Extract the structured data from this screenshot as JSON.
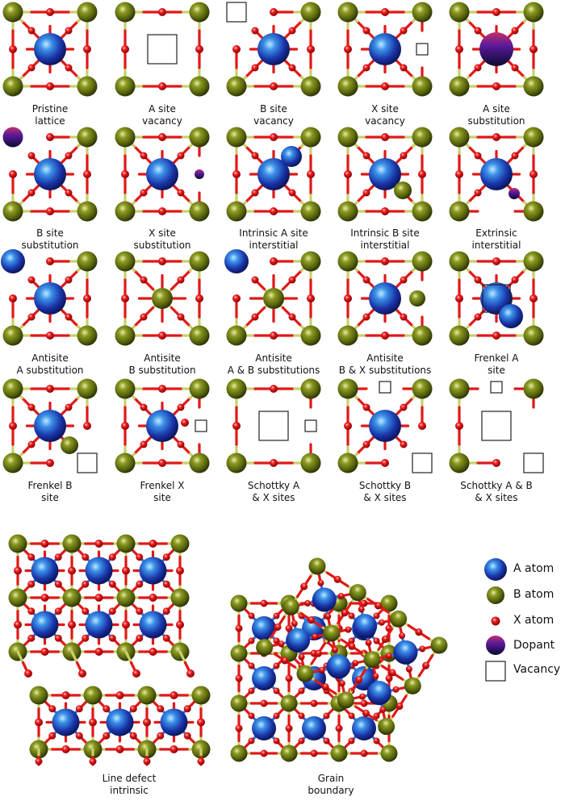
{
  "panels": [
    {
      "line1": "Pristine",
      "line2": "lattice"
    },
    {
      "line1": "A site",
      "line2": "vacancy"
    },
    {
      "line1": "B site",
      "line2": "vacancy"
    },
    {
      "line1": "X site",
      "line2": "vacancy"
    },
    {
      "line1": "A site",
      "line2": "substitution"
    },
    {
      "line1": "B site",
      "line2": "substitution"
    },
    {
      "line1": "X site",
      "line2": "substitution"
    },
    {
      "line1": "Intrinsic A site",
      "line2": "interstitial"
    },
    {
      "line1": "Intrinsic B site",
      "line2": "interstitial"
    },
    {
      "line1": "Extrinsic",
      "line2": "interstitial"
    },
    {
      "line1": "Antisite",
      "line2": "A substitution"
    },
    {
      "line1": "Antisite",
      "line2": "B substitution"
    },
    {
      "line1": "Antisite",
      "line2": "A & B substitutions"
    },
    {
      "line1": "Antisite",
      "line2": "B & X substitutions"
    },
    {
      "line1": "Frenkel A",
      "line2": "site"
    },
    {
      "line1": "Frenkel B",
      "line2": "site"
    },
    {
      "line1": "Frenkel X",
      "line2": "site"
    },
    {
      "line1": "Schottky A",
      "line2": "& X sites"
    },
    {
      "line1": "Schottky B",
      "line2": "& X sites"
    },
    {
      "line1": "Schottky A & B",
      "line2": "& X sites"
    }
  ],
  "bottom": {
    "line_defect": {
      "line1": "Line defect",
      "line2": "intrinsic"
    },
    "grain_boundary": {
      "line1": "Grain",
      "line2": "boundary"
    }
  },
  "legend": [
    {
      "label": "A atom",
      "icon": "a-atom-icon"
    },
    {
      "label": "B atom",
      "icon": "b-atom-icon"
    },
    {
      "label": "X atom",
      "icon": "x-atom-icon"
    },
    {
      "label": "Dopant",
      "icon": "dopant-icon"
    },
    {
      "label": "Vacancy",
      "icon": "vacancy-icon"
    }
  ],
  "colors": {
    "a_atom": "#1e3fb5",
    "b_atom": "#6b7a12",
    "x_atom": "#e01818",
    "dopant": "#3a1070",
    "bond_b_x": "#c9d06a",
    "bond_a_x": "#3c6fd6"
  }
}
